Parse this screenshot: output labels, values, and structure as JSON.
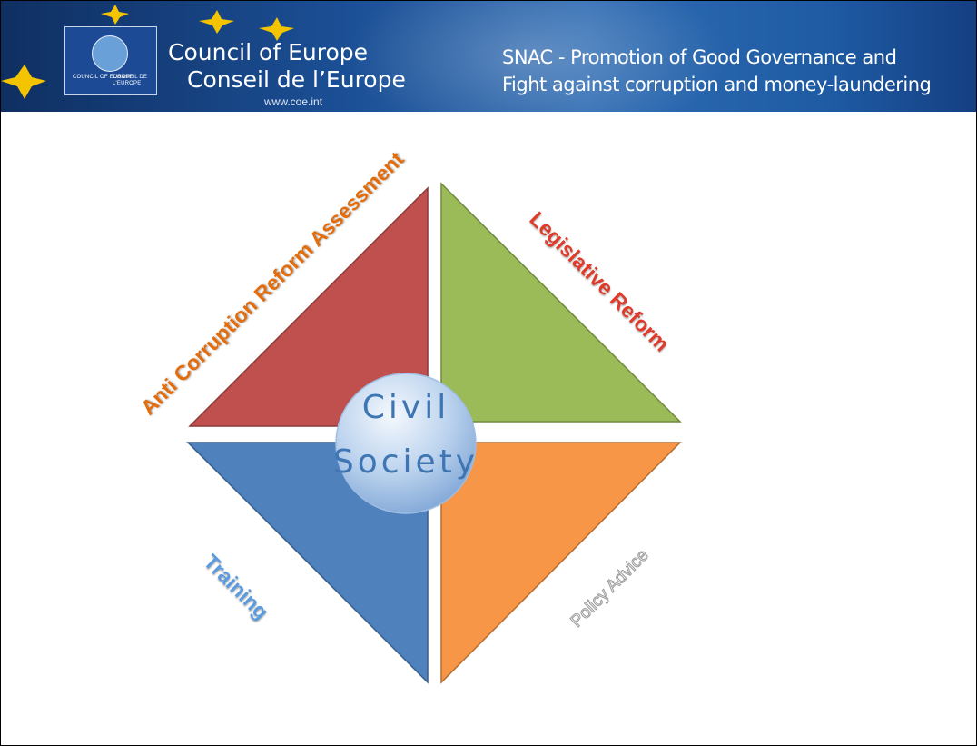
{
  "header": {
    "org_name_en": "Council of Europe",
    "org_name_fr": "Conseil de l’Europe",
    "website": "www.coe.int",
    "logo_caption_en": "COUNCIL OF EUROPE",
    "logo_caption_fr": "CONSEIL DE L'EUROPE",
    "project_title_line1": "SNAC - Promotion of Good Governance and",
    "project_title_line2": "Fight against corruption and money-laundering"
  },
  "diagram": {
    "center_line1": "Civil",
    "center_line2": "Society",
    "segments": [
      {
        "label": "Anti Corruption Reform Assessment",
        "color": "#c0504d"
      },
      {
        "label": "Legislative Reform",
        "color": "#9bbb59"
      },
      {
        "label": "Training",
        "color": "#4f81bd"
      },
      {
        "label": "Policy Advice",
        "color": "#f79646"
      }
    ]
  },
  "icons": [
    "council-of-europe-logo-icon",
    "star-icon"
  ]
}
